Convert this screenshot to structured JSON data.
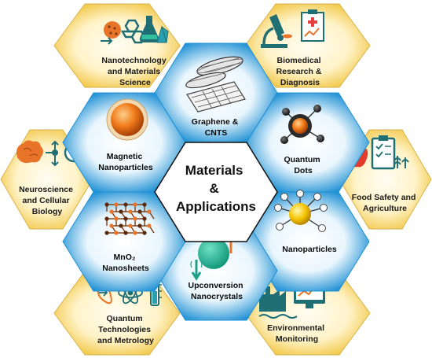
{
  "center": {
    "lines": [
      "Materials",
      "&",
      "Applications"
    ]
  },
  "materials": [
    {
      "id": "graphene",
      "lines": [
        "Graphene &",
        "CNTS"
      ],
      "icon": "graphene-sheet-icon"
    },
    {
      "id": "quantum-dots",
      "lines": [
        "Quantum",
        "Dots"
      ],
      "icon": "quantum-dot-icon"
    },
    {
      "id": "nanoparticles",
      "lines": [
        "Nanoparticles"
      ],
      "icon": "nanoparticle-icon"
    },
    {
      "id": "upconversion",
      "lines": [
        "Upconversion",
        "Nanocrystals"
      ],
      "icon": "upconversion-icon"
    },
    {
      "id": "mno2",
      "lines": [
        "MnO₂",
        "Nanosheets"
      ],
      "icon": "lattice-icon"
    },
    {
      "id": "magnetic",
      "lines": [
        "Magnetic",
        "Nanoparticles"
      ],
      "icon": "magnetic-sphere-icon"
    }
  ],
  "applications": [
    {
      "id": "nanotech",
      "lines": [
        "Nanotechnology",
        "and Materials",
        "Science"
      ],
      "icon": "nanotech-icon"
    },
    {
      "id": "biomedical",
      "lines": [
        "Biomedical",
        "Research &",
        "Diagnosis"
      ],
      "icon": "microscope-icon"
    },
    {
      "id": "food",
      "lines": [
        "Food Safety and",
        "Agriculture"
      ],
      "icon": "apple-clipboard-icon"
    },
    {
      "id": "environmental",
      "lines": [
        "Environmental",
        "Monitoring"
      ],
      "icon": "factory-monitor-icon"
    },
    {
      "id": "quantum-tech",
      "lines": [
        "Quantum",
        "Technologies",
        "and Metrology"
      ],
      "icon": "atom-icon"
    },
    {
      "id": "neuro",
      "lines": [
        "Neuroscience",
        "and Cellular",
        "Biology"
      ],
      "icon": "brain-neuron-icon"
    }
  ],
  "colors": {
    "blue_edge": "#1e90d4",
    "blue_center": "#ffffff",
    "yellow_edge": "#f2c94c",
    "yellow_center": "#fff8dc",
    "icon_teal": "#1f6f75",
    "icon_orange": "#e8742a"
  }
}
